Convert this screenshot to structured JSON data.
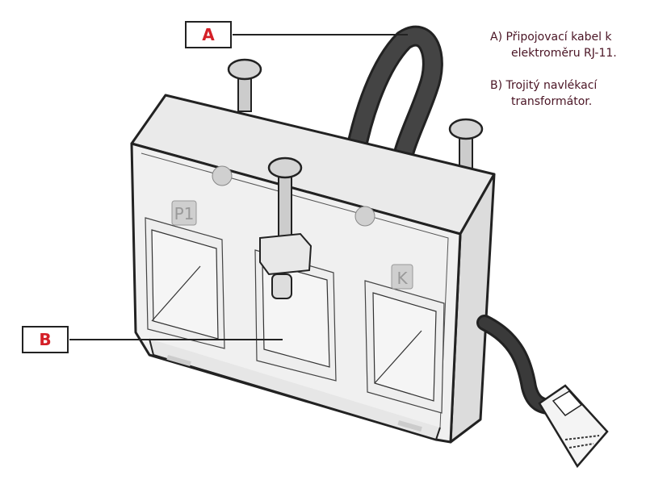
{
  "callouts": {
    "a": "A",
    "b": "B"
  },
  "legend": {
    "a_line1": "A) Připojovací kabel k",
    "a_line2": "elektroměru RJ-11.",
    "b_line1": "B) Trojitý navlékací",
    "b_line2": "transformátor."
  },
  "markings": {
    "p1": "P1",
    "k": "K"
  },
  "colors": {
    "callout_text": "#d41f27",
    "legend_text": "#4a1424",
    "body": "#efefef",
    "cable": "#3a3a3a"
  }
}
